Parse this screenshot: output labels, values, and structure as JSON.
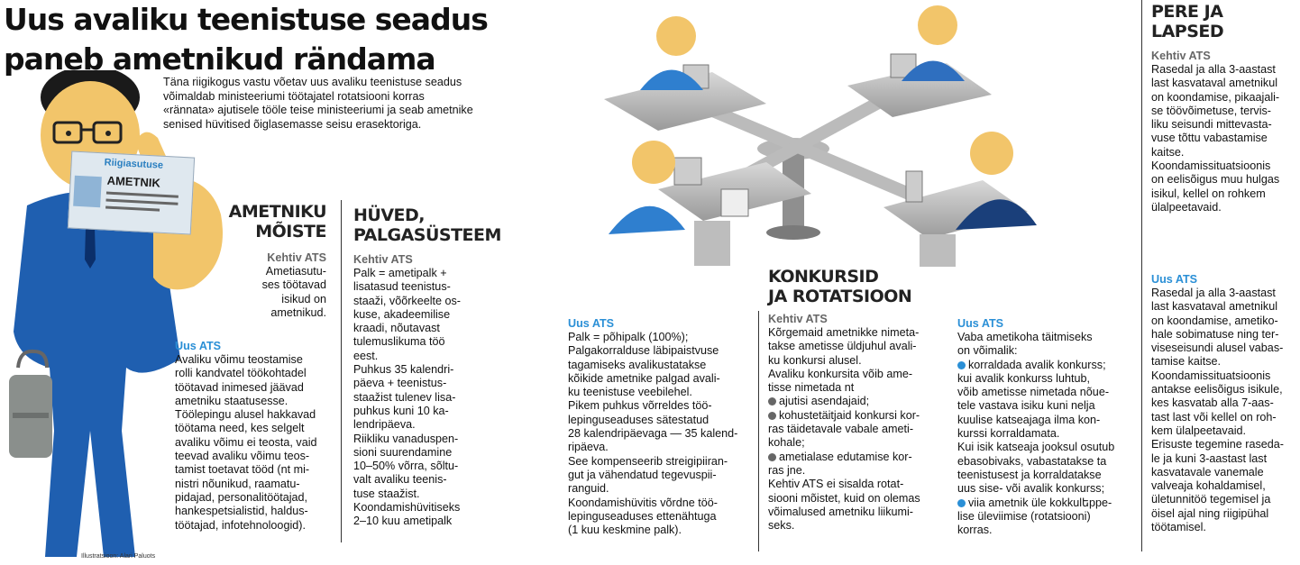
{
  "headline": {
    "line1": "Uus avaliku teenistuse seadus",
    "line2": "paneb ametnikud rändama"
  },
  "intro": "Täna riigikogus vastu võetav uus avaliku teenistuse seadus võimaldab ministeeriumi töötajatel rotatsiooni korras «rännata» ajutisele tööle teise ministeeriumi ja seab ametnike senised hüvitised õiglasemasse seisu erasektoriga.",
  "badge": {
    "org": "Riigiasutuse",
    "role": "AMETNIK"
  },
  "credit": "Illustratsioon: Alari Paluots",
  "colors": {
    "accent_blue": "#2a8fd6",
    "bullet_gray": "#666666",
    "suit_blue": "#1f5fb0"
  },
  "section1": {
    "title1": "AMETNIKU",
    "title2": "MÕISTE",
    "kehtiv_label": "Kehtiv ATS",
    "kehtiv_text": [
      "Ametiasutu-",
      "ses töötavad",
      "isikud on",
      "ametnikud."
    ],
    "uus_label": "Uus ATS",
    "uus_text": [
      "Avaliku võimu teostamise",
      "rolli kandvatel töökohtadel",
      "töötavad inimesed jäävad",
      "ametniku staatusesse.",
      "Töölepingu alusel hakkavad",
      "töötama need, kes selgelt",
      "avaliku võimu ei teosta, vaid",
      "teevad avaliku võimu teos-",
      "tamist toetavat tööd (nt mi-",
      "nistri nõunikud, raamatu-",
      "pidajad, personalitöötajad,",
      "hankespetsialistid, haldus-",
      "töötajad, infotehnoloogid)."
    ]
  },
  "section2": {
    "title1": "HÜVED,",
    "title2": "PALGASÜSTEEM",
    "kehtiv_label": "Kehtiv ATS",
    "kehtiv_text": [
      "Palk = ametipalk +",
      "lisatasud teenistus-",
      "staaži, võõrkeelte os-",
      "kuse, akadeemilise",
      "kraadi, nõutavast",
      "tulemuslikuma töö",
      "eest.",
      "Puhkus 35 kalendri-",
      "päeva + teenistus-",
      "staažist tulenev lisa-",
      "puhkus kuni 10 ka-",
      "lendripäeva.",
      "Riikliku vanaduspen-",
      "sioni suurendamine",
      "10–50% võrra, sõltu-",
      "valt avaliku teenis-",
      "tuse staažist.",
      "Koondamishüvitiseks",
      "2–10 kuu ametipalk"
    ],
    "uus_label": "Uus ATS",
    "uus_text": [
      "Palk = põhipalk (100%);",
      "Palgakorralduse läbipaistvuse",
      "tagamiseks avalikustatakse",
      "kõikide ametnike palgad avali-",
      "ku teenistuse veebilehel.",
      "Pikem puhkus võrreldes töö-",
      "lepinguseaduses sätestatud",
      "28 kalendripäevaga — 35 kalend-",
      "ripäeva.",
      "See kompenseerib streigipiiran-",
      "gut ja vähendatud tegevuspii-",
      "ranguid.",
      "Koondamishüvitis võrdne töö-",
      "lepinguseaduses ettenähtuga",
      "(1 kuu keskmine palk)."
    ]
  },
  "section3": {
    "title1": "KONKURSID",
    "title2": "JA ROTATSIOON",
    "kehtiv_label": "Kehtiv ATS",
    "kehtiv_text": [
      "Kõrgemaid ametnikke nimeta-",
      "takse ametisse üldjuhul avali-",
      "ku konkursi alusel.",
      "Avaliku konkursita võib ame-",
      "tisse nimetada nt"
    ],
    "kehtiv_bullets": [
      [
        "ajutisi asendajaid;"
      ],
      [
        "kohustetäitjaid konkursi kor-",
        "ras täidetavale vabale ameti-",
        "kohale;"
      ],
      [
        "ametialase edutamise kor-",
        "ras jne."
      ]
    ],
    "kehtiv_after": [
      "Kehtiv ATS ei sisalda rotat-",
      "siooni mõistet, kuid on olemas",
      "võimalused ametniku liikumi-",
      "seks."
    ],
    "uus_label": "Uus ATS",
    "uus_intro": [
      "Vaba ametikoha täitmiseks",
      "on võimalik:"
    ],
    "uus_b1": [
      "korraldada avalik konkurss;",
      "kui avalik konkurss luhtub,",
      "võib ametisse nimetada nõue-",
      "tele vastava isiku kuni nelja",
      "kuulise katseajaga ilma kon-",
      "kurssi korraldamata.",
      "Kui isik katseaja jooksul osutub",
      "ebasobivaks, vabastatakse ta",
      "teenistusest ja korraldatakse",
      "uus sise- või avalik konkurss;"
    ],
    "uus_b2": [
      "viia ametnik üle kokkulեppe-",
      "lise üleviimise (rotatsiooni)",
      "korras."
    ]
  },
  "section4": {
    "title1": "PERE JA",
    "title2": "LAPSED",
    "kehtiv_label": "Kehtiv ATS",
    "kehtiv_text": [
      "Rasedal ja alla 3-aastast",
      "last kasvataval ametnikul",
      "on koondamise, pikaajali-",
      "se töövõimetuse, tervis-",
      "liku seisundi mittevasta-",
      "vuse tõttu vabastamise",
      "kaitse.",
      "Koondamissituatsioonis",
      "on eelisõigus muu hulgas",
      "isikul, kellel on rohkem",
      "ülalpeetavaid."
    ],
    "uus_label": "Uus ATS",
    "uus_text": [
      "Rasedal ja alla 3-aastast",
      "last kasvataval ametnikul",
      "on koondamise, ametiko-",
      "hale sobimatuse ning ter-",
      "viseseisundi alusel vabas-",
      "tamise kaitse.",
      "Koondamissituatsioonis",
      "antakse eelisõigus isikule,",
      "kes kasvatab alla 7-aas-",
      "tast last või kellel on roh-",
      "kem ülalpeetavaid.",
      "Erisuste tegemine raseda-",
      "le ja kuni 3-aastast last",
      "kasvatavale vanemale",
      "valveaja kohaldamisel,",
      "ületunnitöö tegemisel ja",
      "öisel ajal ning riigipühal",
      "töötamisel."
    ]
  }
}
